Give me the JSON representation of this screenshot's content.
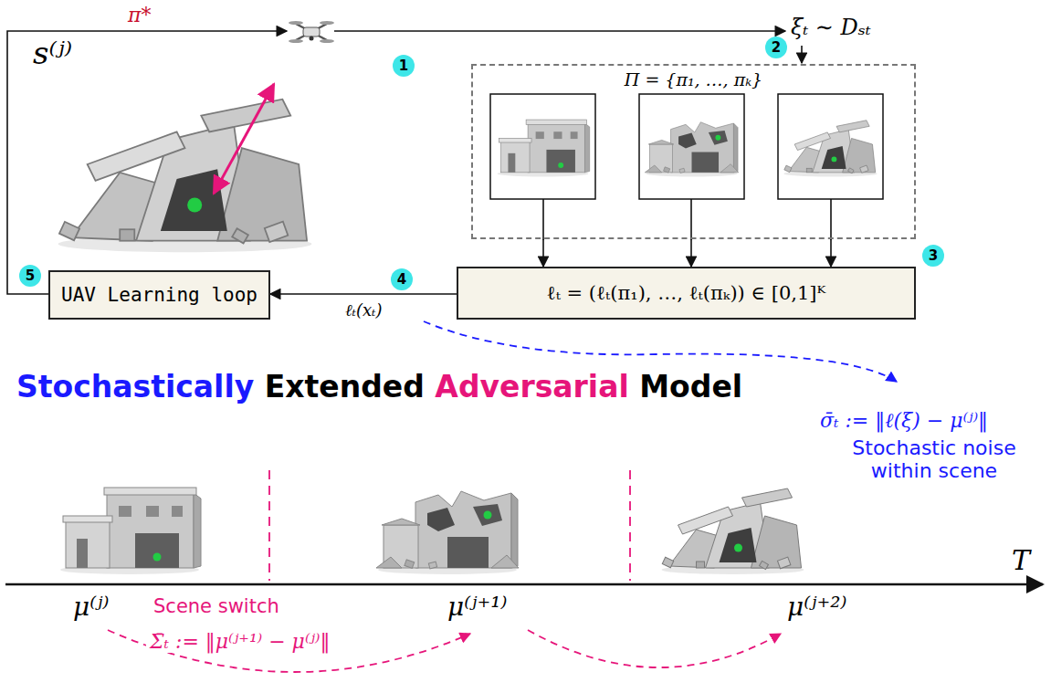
{
  "diagram": {
    "title": "Stochastically Extended Adversarial Model",
    "nodes": [
      {
        "text": [
          "Π = {π₁, …, πₖ}"
        ]
      },
      {
        "text": [
          "ℓₜ = (ℓₜ(π₁), …, ℓₜ(πₖ)) ∈ [0,1]ᴷ"
        ]
      },
      {
        "text": [
          "UAV Learning loop"
        ]
      }
    ],
    "edges": [
      {
        "from": 0,
        "to": 1,
        "arrow": "to"
      },
      {
        "from": 0,
        "to": 1,
        "arrow": "to"
      },
      {
        "from": 0,
        "to": 1,
        "arrow": "to"
      },
      {
        "from": 1,
        "to": 2,
        "label": "ℓₜ(xₜ)",
        "arrow": "to"
      }
    ],
    "labels": [
      "π*",
      "s⁽ʲ⁾",
      "1",
      "ξₜ ∼ Dₛₜ",
      "2",
      "3",
      "4",
      "5",
      "σ̄ₜ := ‖ℓ(ξ) − μ⁽ʲ⁾‖",
      "Stochastic noise within scene",
      "μ⁽ʲ⁾",
      "Scene switch",
      "μ⁽ʲ⁺¹⁾",
      "μ⁽ʲ⁺²⁾",
      "T",
      "Σ̄ₜ := ‖μ⁽ʲ⁺¹⁾ − μ⁽ʲ⁾‖"
    ]
  }
}
